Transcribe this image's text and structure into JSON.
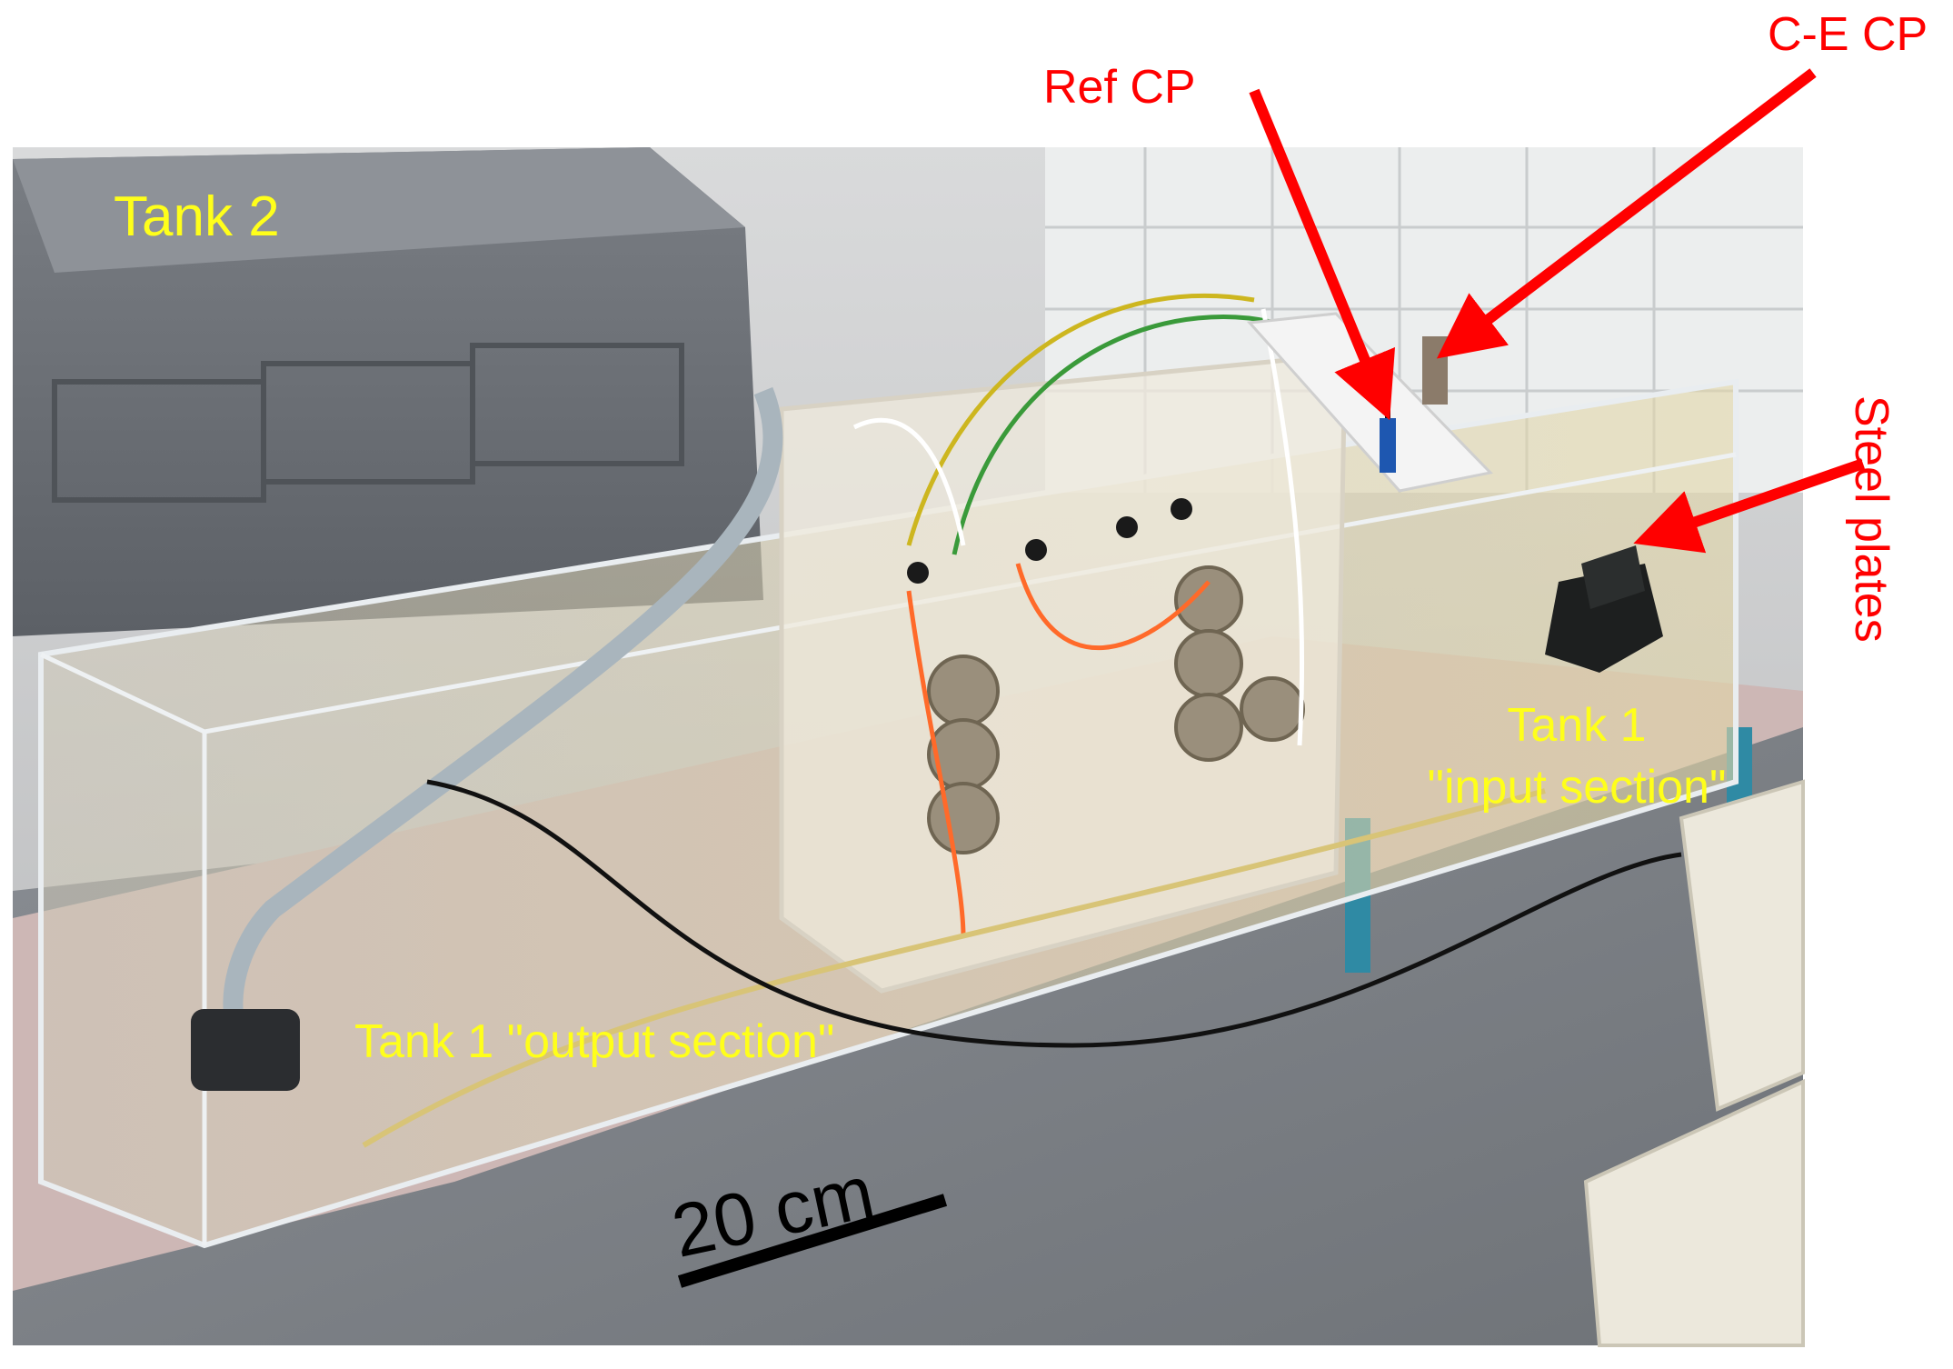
{
  "labels": {
    "tank2": "Tank 2",
    "ref_cp": "Ref CP",
    "ce_cp": "C-E CP",
    "steel_plates": "Steel plates",
    "tank1_input_line1": "Tank 1",
    "tank1_input_line2": "\"input section\"",
    "tank1_output": "Tank 1 \"output section\"",
    "scale_bar": "20 cm"
  },
  "colors": {
    "label_yellow": "#ffff1a",
    "arrow_red": "#ff0000",
    "scale_black": "#000000"
  }
}
